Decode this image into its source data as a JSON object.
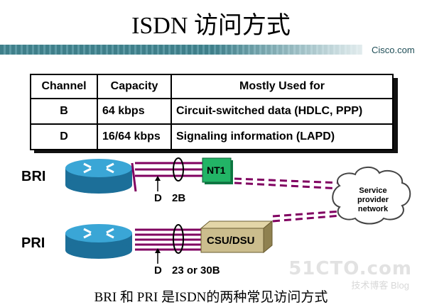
{
  "title": "ISDN 访问方式",
  "brand": "Cisco.com",
  "table": {
    "headers": [
      "Channel",
      "Capacity",
      "Mostly Used for"
    ],
    "rows": [
      [
        "B",
        "64 kbps",
        "Circuit-switched data (HDLC, PPP)"
      ],
      [
        "D",
        "16/64 kbps",
        "Signaling information (LAPD)"
      ]
    ]
  },
  "diagram": {
    "bri_label": "BRI",
    "pri_label": "PRI",
    "nt1_label": "NT1",
    "csu_label": "CSU/DSU",
    "bri_d": "D",
    "bri_b": "2B",
    "pri_d": "D",
    "pri_b": "23 or 30B",
    "cloud_line1": "Service",
    "cloud_line2": "provider",
    "cloud_line3": "network"
  },
  "colors": {
    "accent_band": "#3f7f8a",
    "line_purple": "#800060",
    "nt1_green": "#1faa60",
    "csu_tan": "#c8b888",
    "router_blue": "#2a8fbd"
  },
  "caption": "BRI 和 PRI 是ISDN的两种常见访问方式",
  "watermark": "51CTO.com",
  "watermark_sub": "技术博客  Blog"
}
